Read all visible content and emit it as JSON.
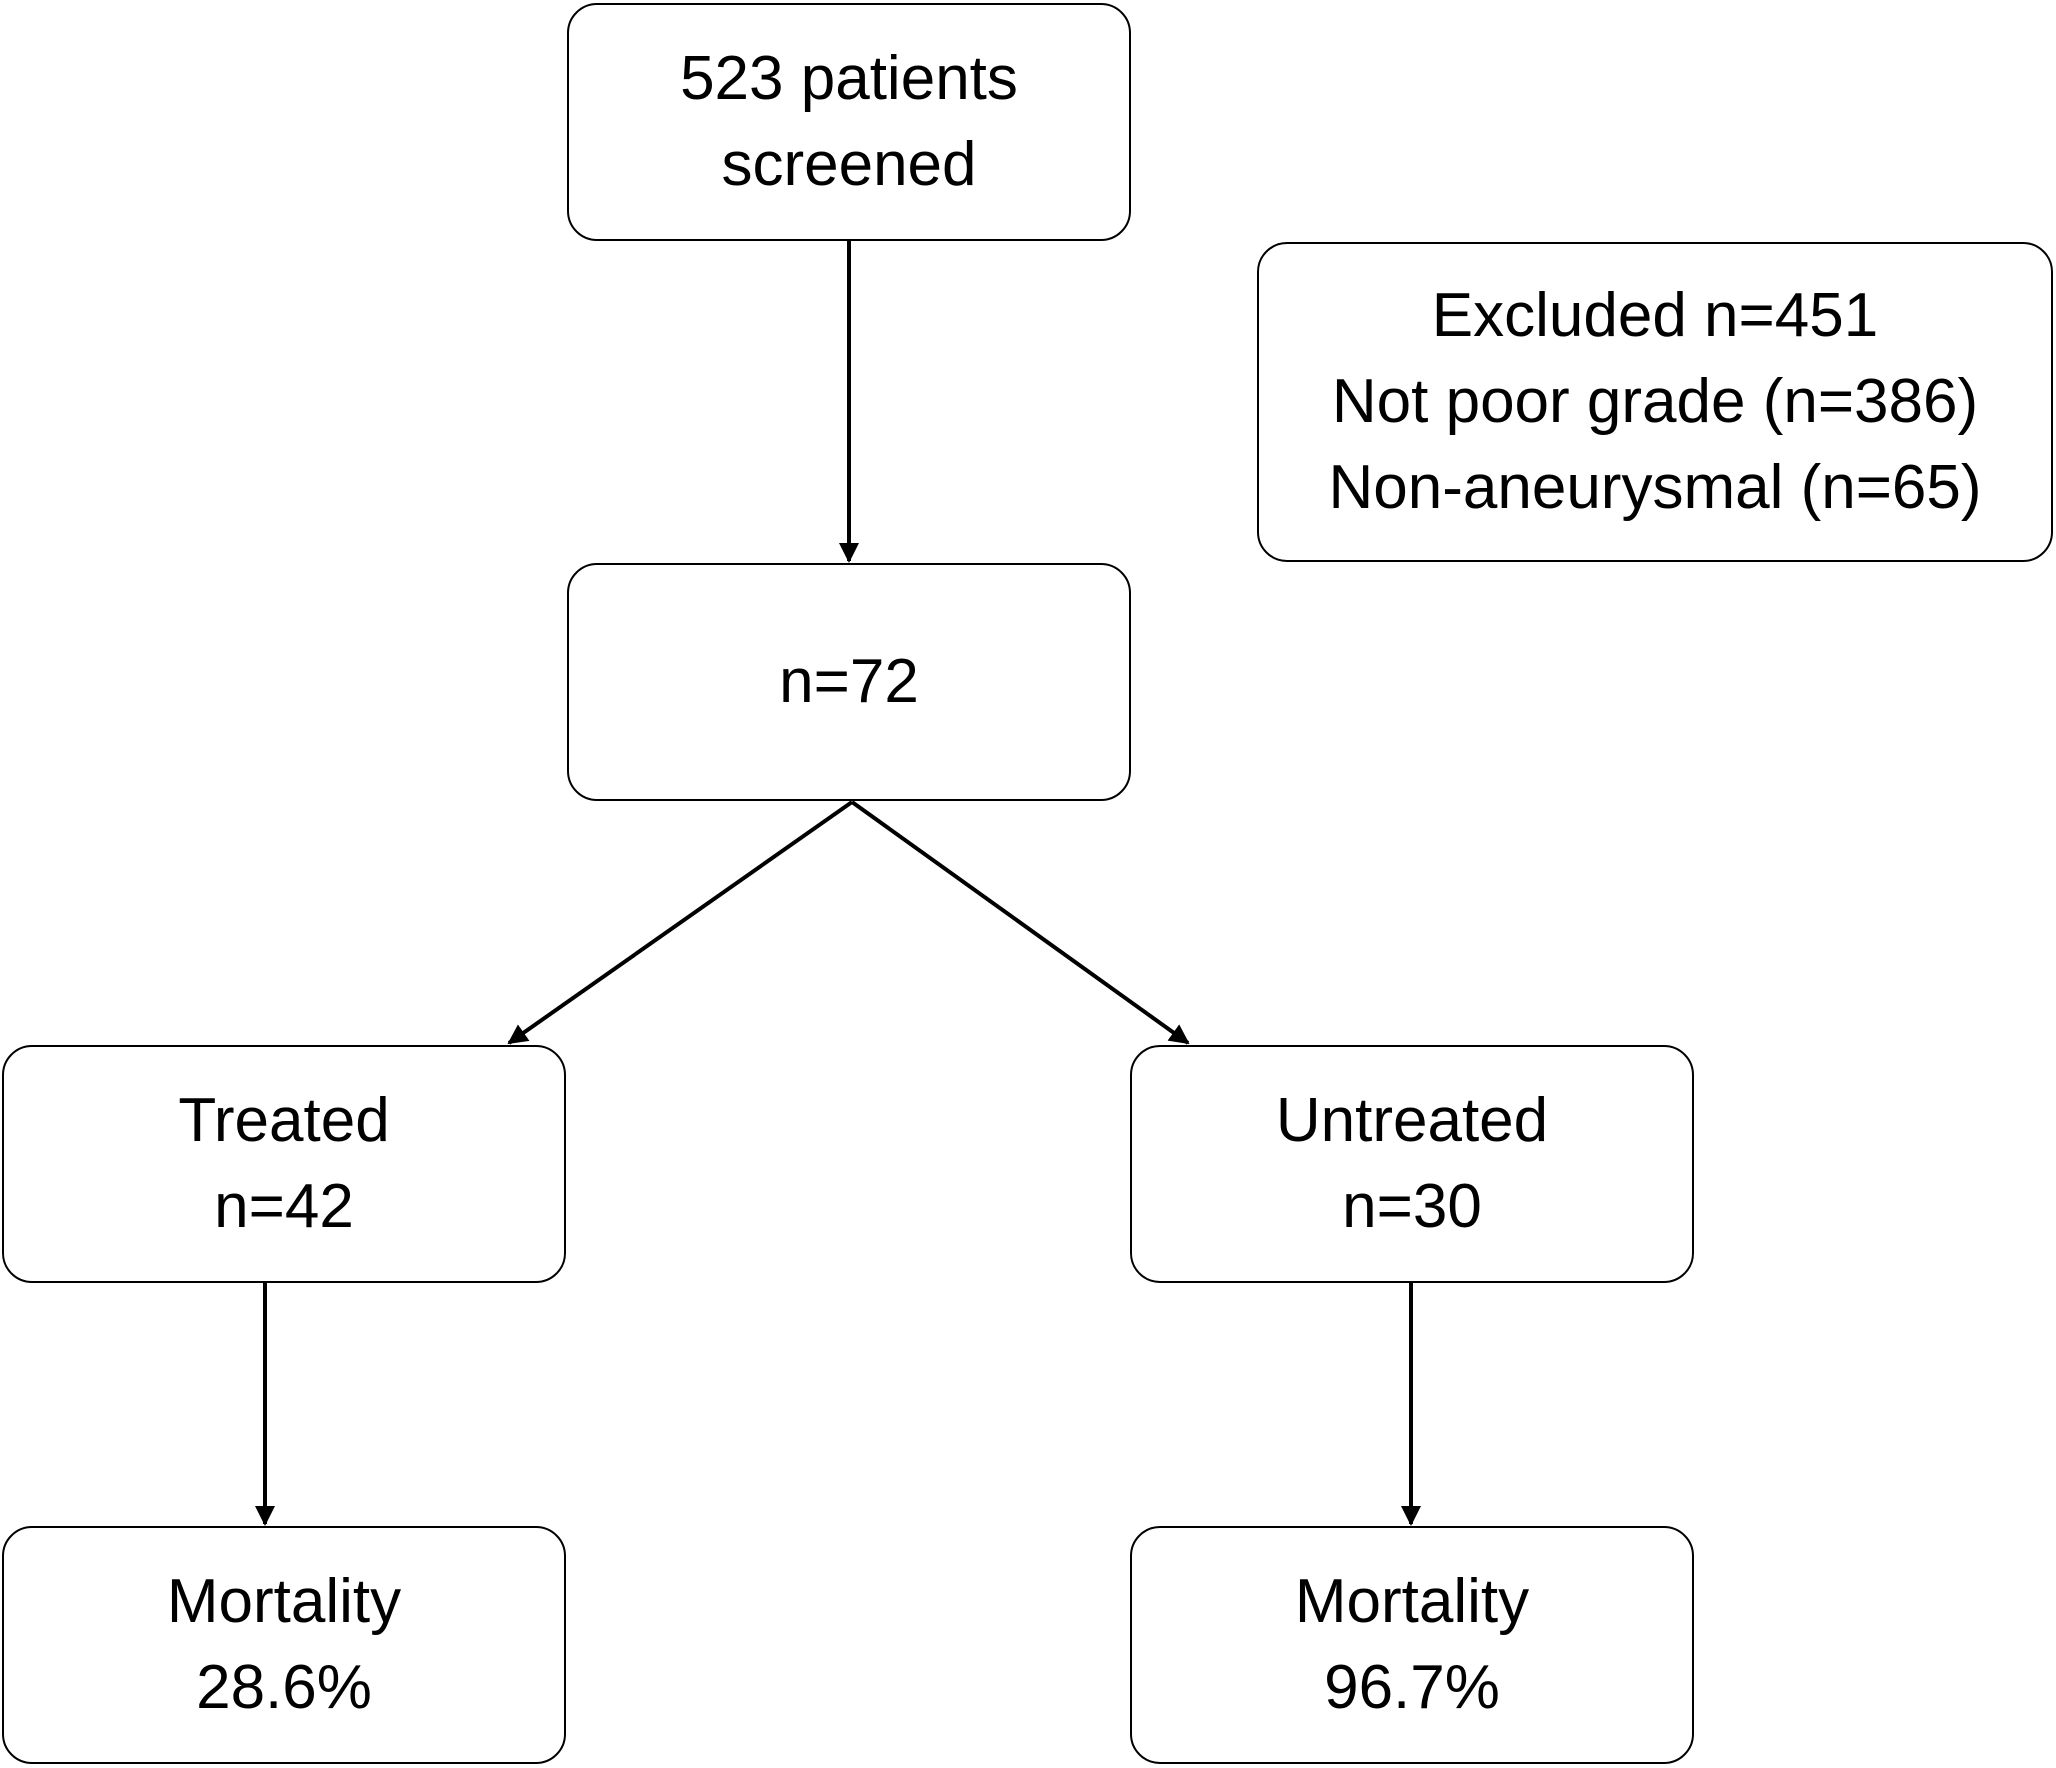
{
  "screened": {
    "line1": "523 patients",
    "line2": "screened"
  },
  "excluded": {
    "line1": "Excluded n=451",
    "line2": "Not poor grade (n=386)",
    "line3": "Non-aneurysmal (n=65)"
  },
  "included": {
    "line1": "n=72"
  },
  "treated": {
    "line1": "Treated",
    "line2": "n=42"
  },
  "untreated": {
    "line1": "Untreated",
    "line2": "n=30"
  },
  "mortality_treated": {
    "line1": "Mortality",
    "line2": "28.6%"
  },
  "mortality_untreated": {
    "line1": "Mortality",
    "line2": "96.7%"
  }
}
